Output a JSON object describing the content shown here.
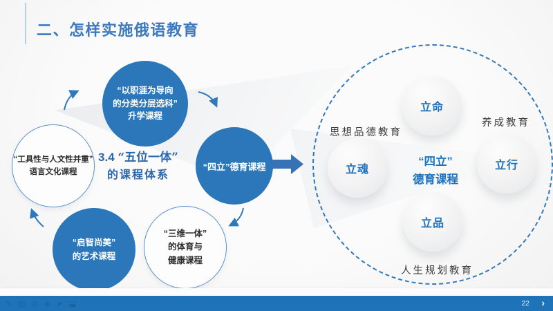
{
  "header": {
    "title": "二、怎样实施俄语教育"
  },
  "left_diagram": {
    "center": {
      "prefix": "3.4",
      "line1": "“五位一体”",
      "line2": "的课程体系"
    },
    "circles": [
      {
        "name": "career-course",
        "lines": [
          "“以职涯为导向",
          "的分类分层选科”",
          "升学课程"
        ]
      },
      {
        "name": "language-culture-course",
        "lines": [
          "“工具性与人文性并重”",
          "语言文化课程"
        ]
      },
      {
        "name": "moral-education-course",
        "lines": [
          "“四立”德育课程"
        ]
      },
      {
        "name": "art-course",
        "lines": [
          "“启智尚美”",
          "的艺术课程"
        ]
      },
      {
        "name": "pe-health-course",
        "lines": [
          "“三维一体”",
          "的体育与",
          "健康课程"
        ]
      }
    ]
  },
  "right_diagram": {
    "center": {
      "line1": "“四立”",
      "line2": "德育课程"
    },
    "nodes": [
      {
        "name": "li-ming",
        "label": "立命"
      },
      {
        "name": "li-hun",
        "label": "立魂"
      },
      {
        "name": "li-xing",
        "label": "立行"
      },
      {
        "name": "li-pin",
        "label": "立品"
      }
    ],
    "annotations": [
      {
        "name": "ideological-moral-education",
        "text": "思想品德教育"
      },
      {
        "name": "habit-formation-education",
        "text": "养成教育"
      },
      {
        "name": "life-planning-education",
        "text": "人生规划教育"
      }
    ]
  },
  "statusbar": {
    "page_number": "22",
    "next_label": "›",
    "tools": [
      {
        "name": "pen-tool",
        "glyph": "✎"
      },
      {
        "name": "image-tool",
        "glyph": "▤"
      },
      {
        "name": "shape-tool",
        "glyph": "◎"
      },
      {
        "name": "eraser-tool",
        "glyph": "◈"
      },
      {
        "name": "pointer-tool",
        "glyph": "➤"
      },
      {
        "name": "camera-tool",
        "glyph": "⬓"
      }
    ]
  },
  "colors": {
    "accent_blue": "#2c77ba",
    "title_blue": "#3c7abf",
    "node_text_blue": "#1e73be",
    "statusbar_blue": "#1f74b9"
  }
}
